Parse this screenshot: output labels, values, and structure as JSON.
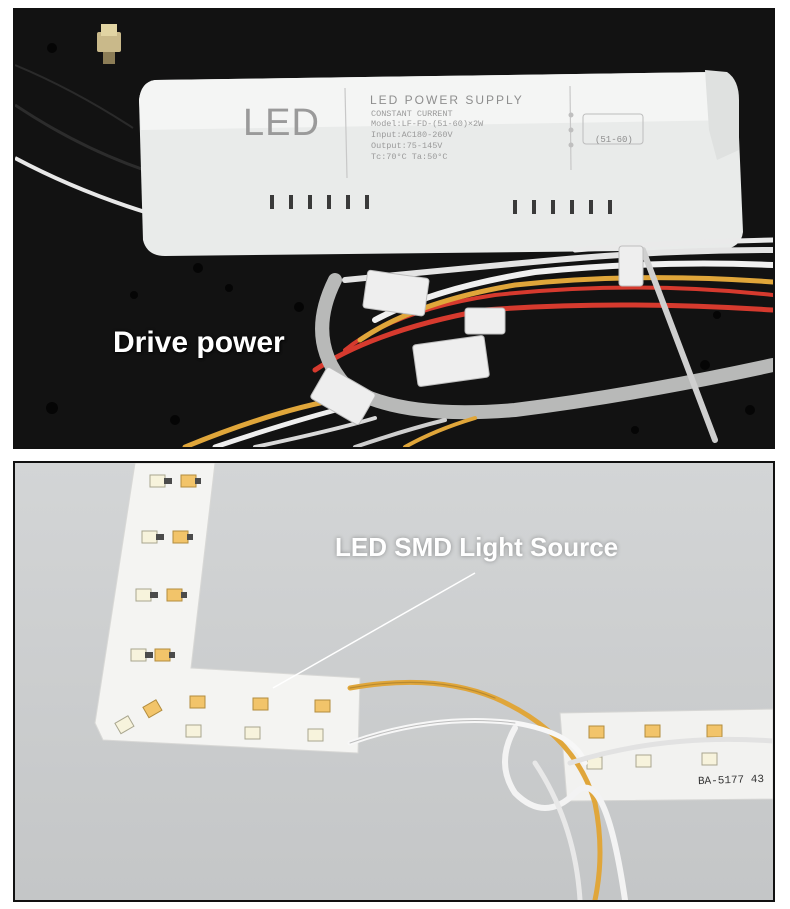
{
  "captions": {
    "top": "Drive power",
    "bottom": "LED SMD Light Source"
  },
  "driver_label": {
    "brand": "LED",
    "title": "LED POWER  SUPPLY",
    "spec_lines": [
      "CONSTANT CURRENT",
      "Model:LF-FD-(51-60)×2W",
      "Input:AC180-260V",
      "Output:75-145V",
      "Tc:70°C   Ta:50°C"
    ],
    "range": "(51-60)"
  },
  "pcb_code": "BA-5177  43",
  "colors": {
    "top_background": "#121212",
    "bottom_background": "#c9cbcc",
    "driver_case": "#eceeed",
    "wire_yellow": "#e0a63a",
    "wire_white": "#f2f2f2",
    "wire_red": "#d63a2e",
    "pcb_white": "#f4f4f2",
    "led_warm": "#f2c46a",
    "led_cool": "#f7f3dc"
  }
}
